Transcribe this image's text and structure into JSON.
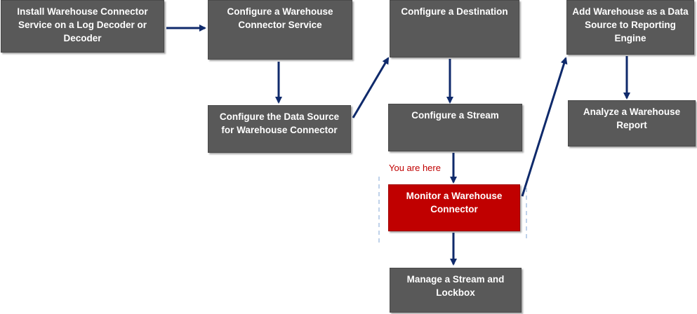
{
  "steps": {
    "install": "Install Warehouse Connector Service on a Log Decoder or Decoder",
    "configure_service": "Configure a Warehouse Connector Service",
    "configure_data_source": "Configure the Data Source for Warehouse Connector",
    "configure_destination": "Configure a Destination",
    "configure_stream": "Configure a Stream",
    "monitor": "Monitor a Warehouse Connector",
    "manage_stream": "Manage a Stream and Lockbox",
    "add_warehouse": "Add Warehouse as a Data Source to Reporting Engine",
    "analyze_report": "Analyze a Warehouse Report"
  },
  "current_marker": "You are here",
  "colors": {
    "box": "#595959",
    "current_box": "#c00000",
    "arrow": "#0f2a6b",
    "marker_text": "#c00000",
    "focus_dash": "#7fa6d6"
  }
}
